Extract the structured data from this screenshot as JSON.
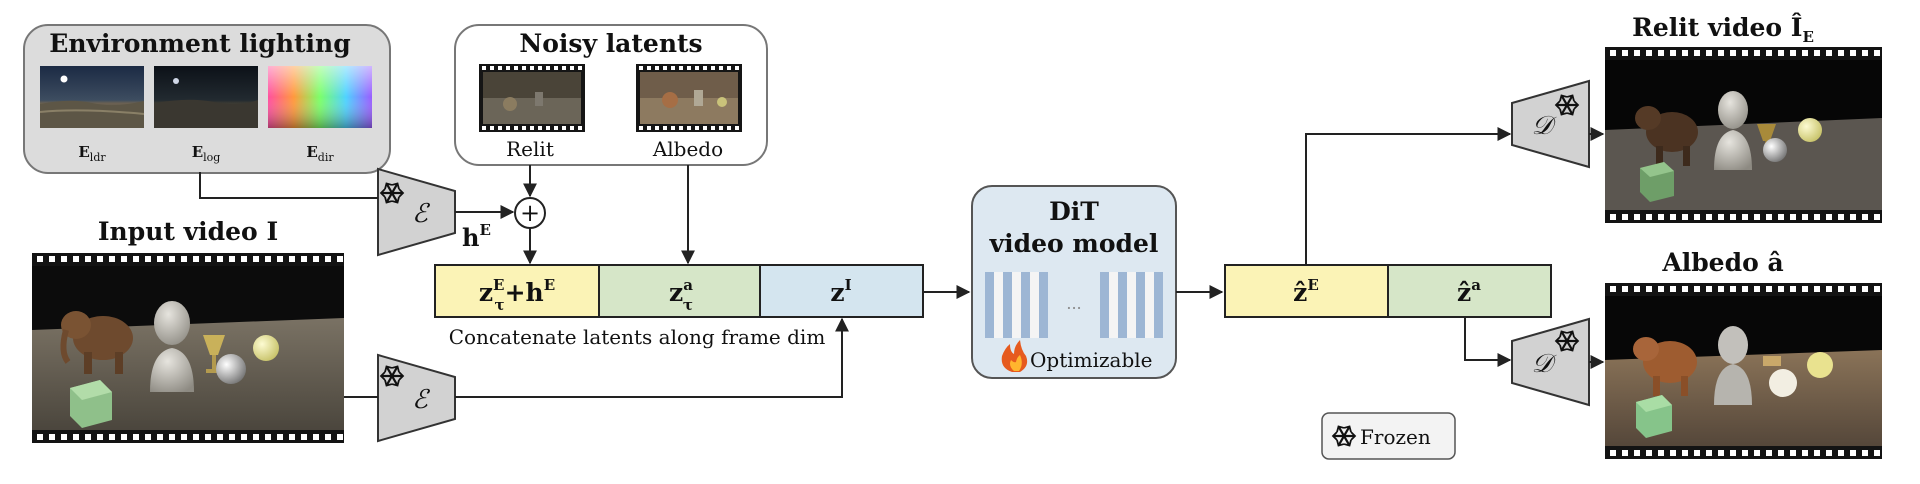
{
  "env_group": {
    "title": "Environment lighting",
    "maps": [
      {
        "main": "E",
        "sub": "ldr"
      },
      {
        "main": "E",
        "sub": "log"
      },
      {
        "main": "E",
        "sub": "dir"
      }
    ]
  },
  "noisy_group": {
    "title": "Noisy latents",
    "relit_label": "Relit",
    "albedo_label": "Albedo"
  },
  "input_video": {
    "title": "Input video",
    "symbol": "I"
  },
  "encoder": {
    "symbol": "ℰ",
    "icon": "snowflake-icon"
  },
  "decoder": {
    "symbol": "𝒟",
    "icon": "snowflake-icon"
  },
  "hE_label": {
    "main": "h",
    "sup": "E"
  },
  "plus_symbol": "+",
  "latent_bar": {
    "caption": "Concatenate latents along frame dim",
    "cells": [
      {
        "main": "z",
        "sup": "E",
        "sub": "τ",
        "suffix_main": "+h",
        "suffix_sup": "E",
        "color": "#fbf3b6"
      },
      {
        "main": "z",
        "sup": "a",
        "sub": "τ",
        "color": "#d6e6c8"
      },
      {
        "main": "z",
        "sup": "I",
        "color": "#d4e5ef"
      }
    ]
  },
  "dit": {
    "title_line1": "DiT",
    "title_line2": "video model",
    "ellipsis": "...",
    "optimizable_label": "Optimizable",
    "box_color": "#dde8f1"
  },
  "output_bar": {
    "cells": [
      {
        "main": "ẑ",
        "sup": "E",
        "color": "#fbf3b6"
      },
      {
        "main": "ẑ",
        "sup": "a",
        "color": "#d6e6c8"
      }
    ]
  },
  "relit_video": {
    "title": "Relit video",
    "symbol": "Î",
    "sub": "E"
  },
  "albedo_video": {
    "title": "Albedo",
    "symbol": "â"
  },
  "legend": {
    "label": "Frozen",
    "icon": "snowflake-icon"
  }
}
